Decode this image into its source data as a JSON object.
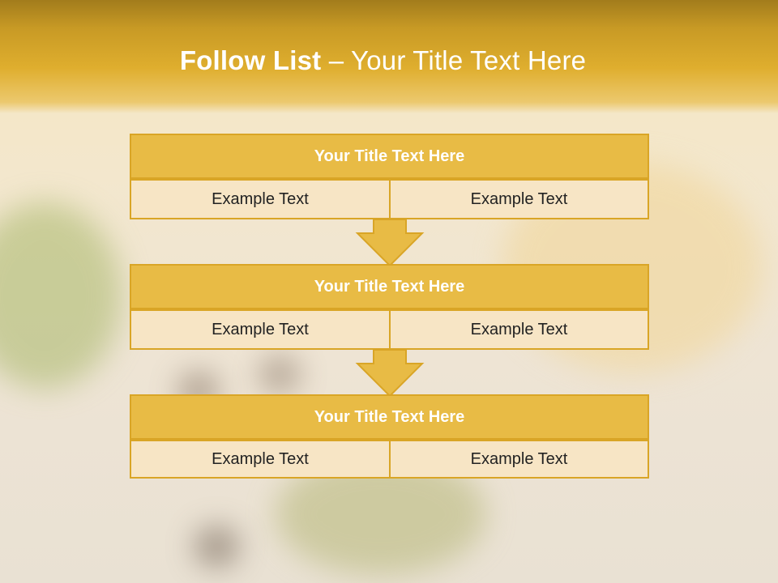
{
  "slide": {
    "title_bold": "Follow List",
    "title_rest": "– Your Title Text Here"
  },
  "blocks": [
    {
      "title": "Your Title Text Here",
      "left": "Example Text",
      "right": "Example Text"
    },
    {
      "title": "Your Title Text Here",
      "left": "Example Text",
      "right": "Example Text"
    },
    {
      "title": "Your Title Text Here",
      "left": "Example Text",
      "right": "Example Text"
    }
  ],
  "colors": {
    "accent": "#e8bb45",
    "border": "#d9a526",
    "cell_fill": "#f7e5c5",
    "title_text": "#ffffff"
  }
}
